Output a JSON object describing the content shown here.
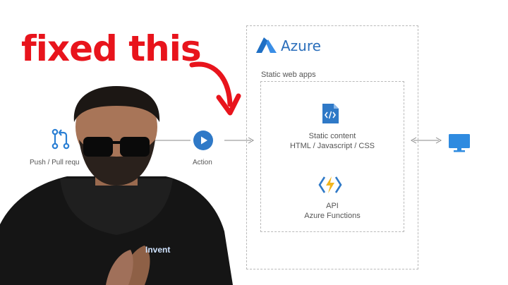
{
  "headline": "fixed this",
  "azure": {
    "title": "Azure",
    "group_label": "Static web apps",
    "static_content": {
      "line1": "Static content",
      "line2": "HTML / Javascript / CSS"
    },
    "api": {
      "line1": "API",
      "line2": "Azure Functions"
    }
  },
  "pipeline": {
    "source_label": "Push / Pull requ",
    "action_label": "Action"
  },
  "presenter": {
    "hoodie_text": "Invent"
  },
  "colors": {
    "headline": "#e8141c",
    "azure_blue": "#2a6ebb",
    "action_blue": "#2f79c7",
    "function_yellow": "#f2b51d"
  }
}
